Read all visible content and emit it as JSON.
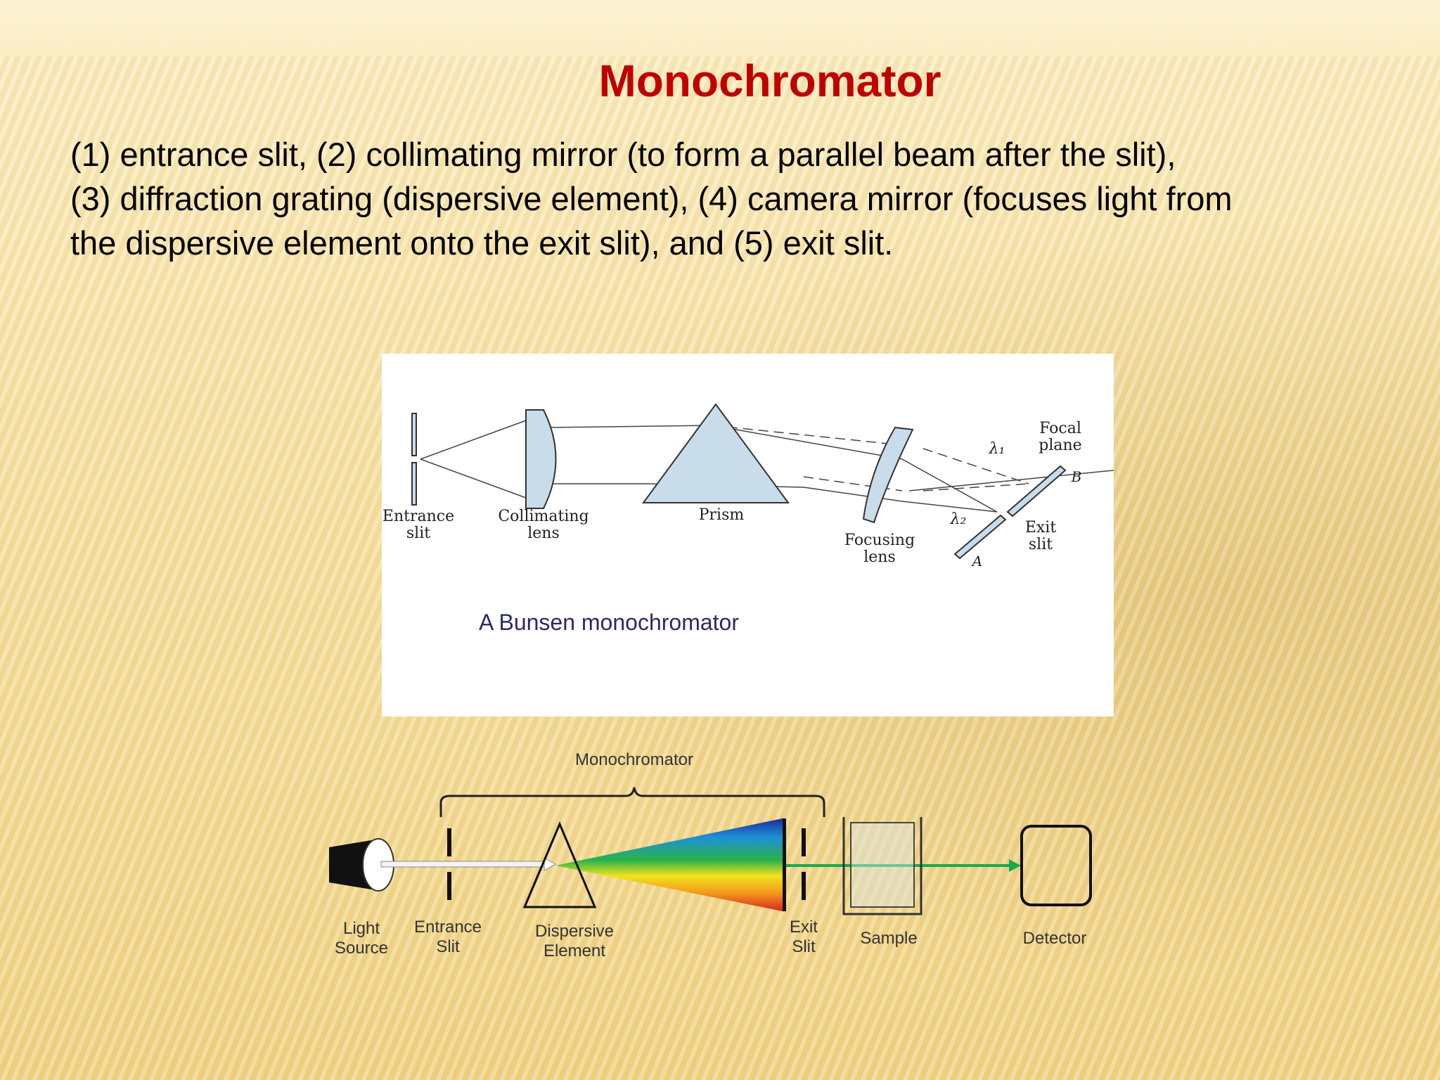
{
  "slide": {
    "title": "Monochromator",
    "body_lines": [
      " (1) entrance slit, (2) collimating mirror (to form a parallel beam after the slit),",
      "(3) diffraction grating (dispersive element), (4) camera mirror (focuses light from",
      "the dispersive element onto the exit slit), and (5) exit slit."
    ]
  },
  "figure_top": {
    "caption": "A Bunsen monochromator",
    "labels": {
      "entrance_1": "Entrance",
      "entrance_2": "slit",
      "collimating_1": "Collimating",
      "collimating_2": "lens",
      "prism": "Prism",
      "focusing_1": "Focusing",
      "focusing_2": "lens",
      "focal_1": "Focal",
      "focal_2": "plane",
      "lambda1": "λ₁",
      "lambda2": "λ₂",
      "point_b": "B",
      "point_a": "A",
      "exit_1": "Exit",
      "exit_2": "slit"
    }
  },
  "figure_bottom": {
    "bracket_label": "Monochromator",
    "labels": {
      "light_1": "Light",
      "light_2": "Source",
      "entrance_1": "Entrance",
      "entrance_2": "Slit",
      "dispersive_1": "Dispersive",
      "dispersive_2": "Element",
      "exit_1": "Exit",
      "exit_2": "Slit",
      "sample": "Sample",
      "detector": "Detector"
    },
    "colors": {
      "beam": "#1aa850",
      "spectrum": [
        "#1b2a9c",
        "#1e8fd8",
        "#29b34a",
        "#f2e21a",
        "#f39a1d",
        "#d6281e"
      ]
    }
  }
}
